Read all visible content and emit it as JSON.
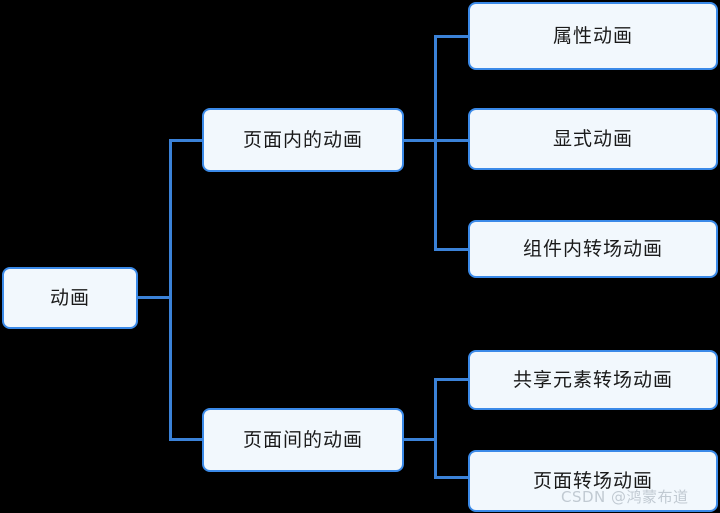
{
  "diagram": {
    "type": "mind-map",
    "background_color": "#000000",
    "node_fill_color": "#f2f8fd",
    "node_border_color": "#3b8ae8",
    "connector_color": "#3b82d8",
    "text_color": "#1a1a1a",
    "root": {
      "id": "root",
      "label": "动画"
    },
    "branches": [
      {
        "id": "in-page",
        "label": "页面内的动画",
        "children": [
          {
            "id": "property-animation",
            "label": "属性动画"
          },
          {
            "id": "explicit-animation",
            "label": "显式动画"
          },
          {
            "id": "component-transition",
            "label": "组件内转场动画"
          }
        ]
      },
      {
        "id": "between-pages",
        "label": "页面间的动画",
        "children": [
          {
            "id": "shared-element-transition",
            "label": "共享元素转场动画"
          },
          {
            "id": "page-transition",
            "label": "页面转场动画"
          }
        ]
      }
    ]
  },
  "watermark": {
    "text": "CSDN @鸿蒙布道"
  }
}
